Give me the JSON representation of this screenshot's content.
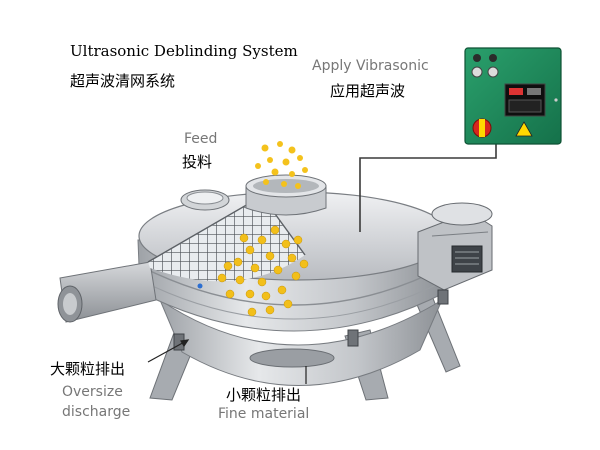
{
  "title_en": "Ultrasonic Deblinding System",
  "title_zh": "超声波清网系统",
  "apply_en": "Apply Vibrasonic",
  "apply_zh": "应用超声波",
  "feed_en": "Feed",
  "feed_zh": "投料",
  "oversize_zh": "大颗粒排出",
  "oversize_en_1": "Oversize",
  "oversize_en_2": "discharge",
  "fine_zh": "小颗粒排出",
  "fine_en": "Fine material",
  "colors": {
    "machine": "#c9ccd0",
    "machine_dark": "#8e9297",
    "panel": "#1f8a5c",
    "particles": "#f4c21c",
    "mesh": "#555a60"
  }
}
